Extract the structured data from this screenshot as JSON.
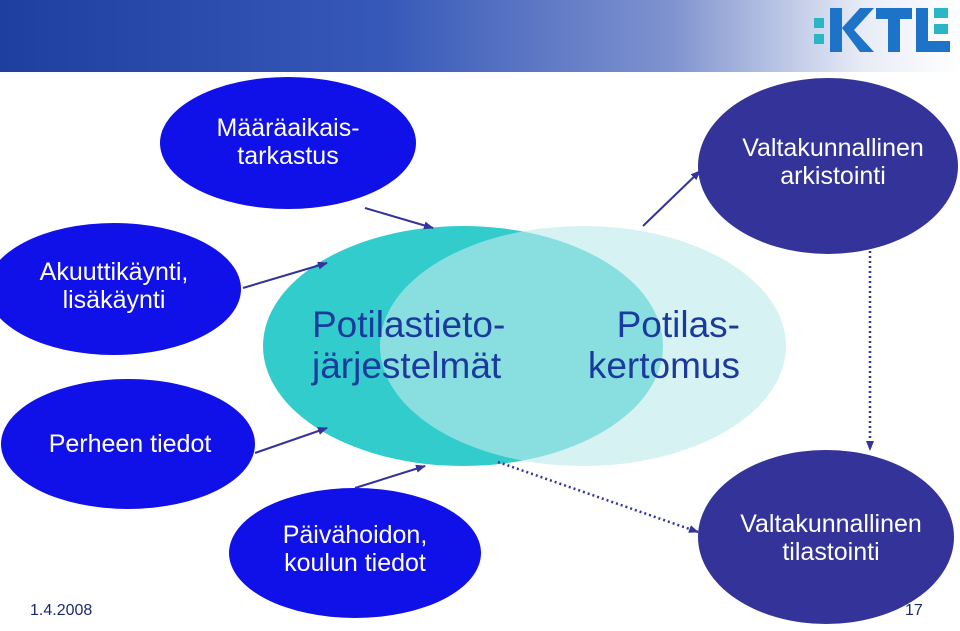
{
  "logo": {
    "text": "KTL",
    "colors": [
      "#1d73c7",
      "#2ab6c7"
    ]
  },
  "colors": {
    "node_blue": "#1010e8",
    "node_navy": "#333399",
    "circle_teal": "#33cccc",
    "circle_light": "#b3e8e8",
    "text_blue": "#1b3a9e",
    "arrow": "#333399"
  },
  "nodes": {
    "maaraaikais": {
      "label": "Määräaikais-\ntarkastus"
    },
    "akuutti": {
      "label": "Akuuttikäynti,\nlisäkäynti"
    },
    "perhe": {
      "label": "Perheen tiedot"
    },
    "paivahoito": {
      "label": "Päivähoidon,\nkoulun tiedot"
    },
    "arkistointi": {
      "label": "Valtakunnallinen\narkistointi"
    },
    "tilastointi": {
      "label": "Valtakunnallinen\ntilastointi"
    }
  },
  "center": {
    "left_label": "Potilastieto-\njärjestelmät",
    "right_label": "Potilas-\nkertomus"
  },
  "footer": {
    "date": "1.4.2008",
    "page": "17"
  }
}
